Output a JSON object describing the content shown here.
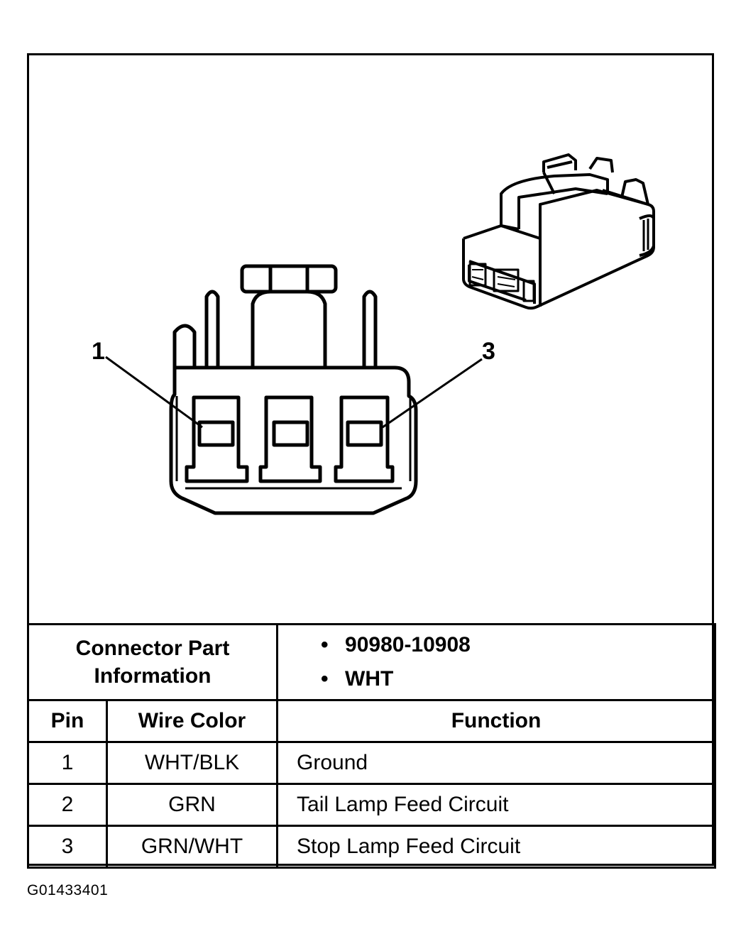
{
  "callouts": {
    "pin_left": "1",
    "pin_right": "3"
  },
  "connector_info": {
    "label": "Connector Part Information",
    "values": [
      "90980-10908",
      "WHT"
    ]
  },
  "table": {
    "headers": {
      "pin": "Pin",
      "wire_color": "Wire Color",
      "function": "Function"
    },
    "rows": [
      {
        "pin": "1",
        "wire_color": "WHT/BLK",
        "function": "Ground"
      },
      {
        "pin": "2",
        "wire_color": "GRN",
        "function": "Tail Lamp Feed Circuit"
      },
      {
        "pin": "3",
        "wire_color": "GRN/WHT",
        "function": "Stop Lamp Feed Circuit"
      }
    ]
  },
  "figure_id": "G01433401"
}
